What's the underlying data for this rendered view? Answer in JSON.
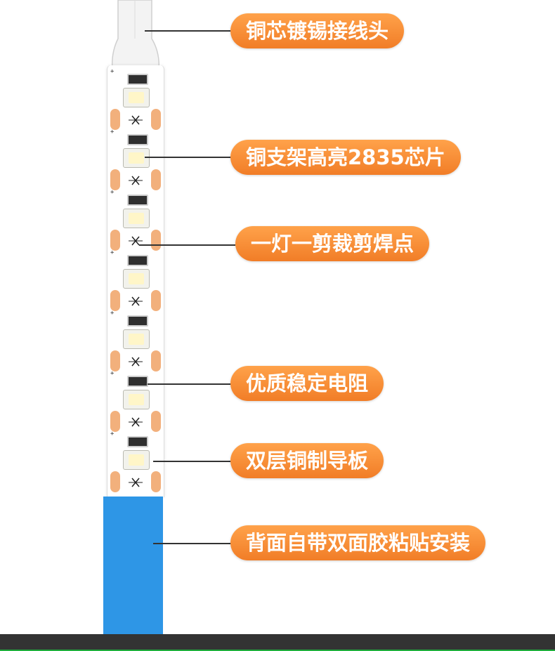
{
  "callouts": {
    "tinned_connector": "铜芯镀锡接线头",
    "chip": "铜支架高亮2835芯片",
    "cut_point": "一灯一剪裁剪焊点",
    "resistor": "优质稳定电阻",
    "pcb": "双层铜制导板",
    "adhesive": "背面自带双面胶粘贴安装"
  },
  "strip": {
    "led_count": 7,
    "plus_symbol": "+"
  },
  "colors": {
    "callout_orange": "#f7892f",
    "pad_orange": "#f2b07c",
    "tape_blue": "#2e96e6",
    "footer_dark": "#333333",
    "footer_green": "#1fae3c"
  }
}
